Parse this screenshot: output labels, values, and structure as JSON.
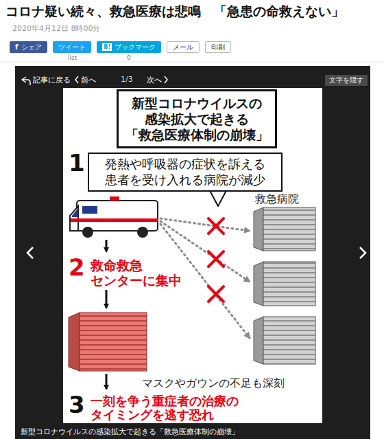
{
  "diagram": {
    "title": "コロナ疑い続々、救急医療は悲鳴　「急患の命救えない」",
    "caption": "新型コロナウイルスの感染拡大で起きる「救急医療体制の崩壊」",
    "nodes": [
      {
        "text": [
          "f",
          "シェア"
        ]
      },
      {
        "text": [
          "ツイート"
        ]
      },
      {
        "text": [
          "B!",
          "ブックマーク"
        ]
      },
      {
        "text": [
          "メール"
        ]
      },
      {
        "text": [
          "印刷"
        ]
      },
      {
        "text": [
          "文字を隠す"
        ]
      },
      {
        "text": [
          "新型コロナウイルスの 感染拡大で起きる 「救急医療体制の崩壊」"
        ]
      },
      {
        "text": [
          "発熱や呼吸器の症状を訴える 患者を受け入れる病院が減少"
        ]
      }
    ],
    "labels": [
      "2020年4月12日 8時00分",
      "list",
      "0",
      "記事に戻る",
      "前へ",
      "1/3",
      "次へ",
      "1",
      "救急病院",
      "2",
      "救命救急 センターに集中",
      "マスクやガウンの不足も深刻",
      "3",
      "一刻を争う重症者の治療の タイミングを逃す恐れ"
    ]
  }
}
